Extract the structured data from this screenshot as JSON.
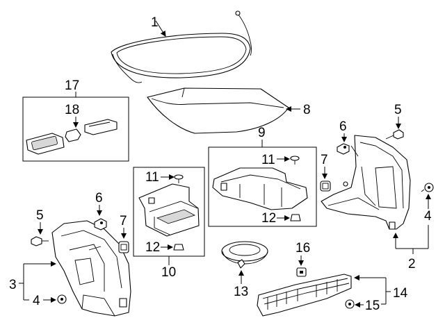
{
  "callouts": {
    "c1": "1",
    "c2": "2",
    "c3": "3",
    "c4_left": "4",
    "c4_right": "4",
    "c5_left": "5",
    "c5_right": "5",
    "c6_left": "6",
    "c6_right": "6",
    "c7_left": "7",
    "c7_right": "7",
    "c8": "8",
    "c9": "9",
    "c10": "10",
    "c11_left": "11",
    "c11_right": "11",
    "c12_left": "12",
    "c12_right": "12",
    "c13": "13",
    "c14": "14",
    "c15": "15",
    "c16": "16",
    "c17": "17",
    "c18": "18"
  },
  "colors": {
    "line": "#000000",
    "background": "#ffffff"
  }
}
